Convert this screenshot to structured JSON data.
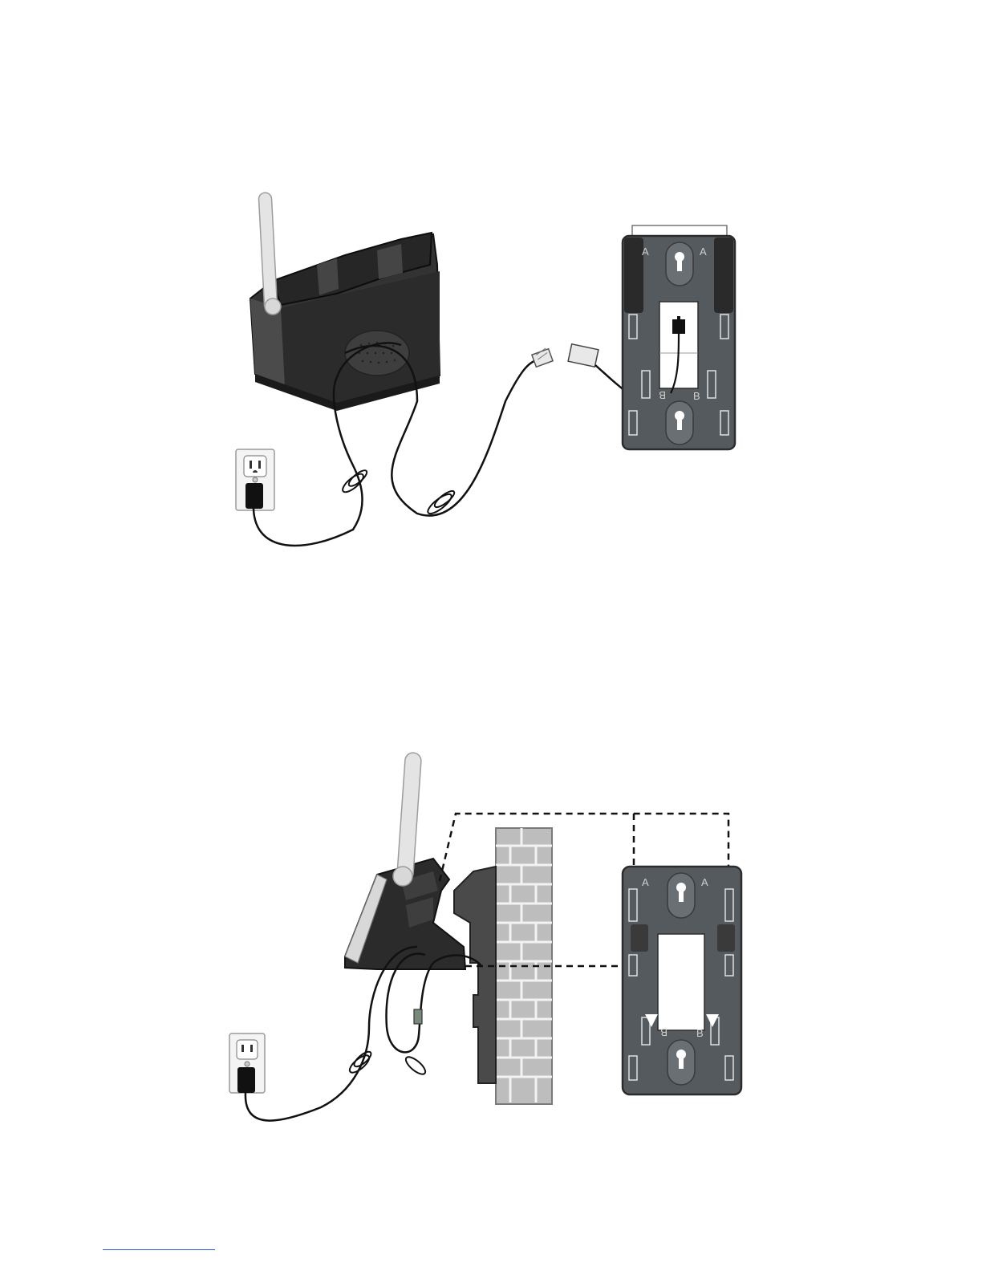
{
  "plate_labels": {
    "slot_a_left": "A",
    "slot_a_right": "A",
    "slot_b_left": "B",
    "slot_b_right": "B"
  },
  "colors": {
    "base_body": "#3a3a3a",
    "base_dark": "#1f1f1f",
    "antenna": "#e4e4e4",
    "plate_fill": "#555a5e",
    "plate_stroke": "#2c2c2c",
    "brick_fill": "#bdbdbd",
    "mortar": "#f2f2f2",
    "cord": "#111111",
    "outlet_plate": "#f4f4f4"
  },
  "icons": [
    "telephone-base-icon",
    "antenna-icon",
    "wall-outlet-icon",
    "power-adapter-icon",
    "telephone-line-cord-icon",
    "modular-plug-icon",
    "telephone-jack-icon",
    "wall-mount-bracket-icon",
    "brick-wall-icon",
    "dashed-arrow-icon"
  ]
}
